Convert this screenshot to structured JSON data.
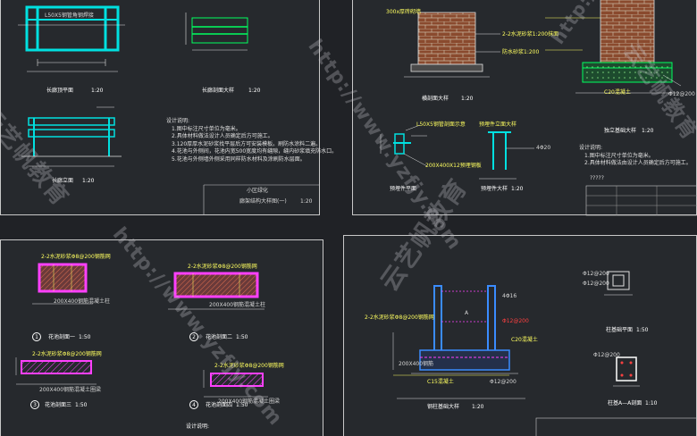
{
  "drawing_set": {
    "top_left": {
      "labels": {
        "steel_top": "L50X5钢管角钢焊接",
        "pergola_plan": "长廊顶平面",
        "pergola_section": "长廊剖面大样",
        "pergola_elev": "长廊立面",
        "scale_20": "1:20"
      },
      "notes_title": "设计说明:",
      "notes": [
        "1.图中标注尺寸单位为毫米。",
        "2.具体材料做法设计人员确定后方可施工。",
        "3.120厚厚水泥砂浆找平层后方可安装模板。刷防水涂料二遍。",
        "4.花池与外侧间，花池内宽500宽度均有缝隙，缝内砂浆填充防水口。",
        "5.花池与外侧墙外侧采用同样防水材料及涂刷防水层面。"
      ],
      "title_block": {
        "drawing_name": "廊架结构大样图(一)",
        "project": "小区绿化",
        "scale": "1:20"
      }
    },
    "top_right": {
      "labels": {
        "brick": "300x厚砖砌墙",
        "wall_cap": "2-2水泥砂浆1:200抹面",
        "waterproof": "防水砂浆1:200",
        "section1": "横剖面大样",
        "column_profile": "L50X5钢管剖面示意",
        "bolt": "200X400X12预埋钢板",
        "bolt_elev": "预埋件立面大样",
        "anchor": "4Φ20",
        "detail_a": "预埋件平面",
        "detail_b": "预埋件大样",
        "concrete": "C20混凝土",
        "rebar": "Φ12@200",
        "footing": "独立基础大样",
        "scale_20": "1:20"
      },
      "notes_title": "设计说明:",
      "notes": [
        "1.图中标注尺寸单位为毫米。",
        "2.具体材料做法由设计人员确定后方可施工。"
      ]
    },
    "bottom_left": {
      "labels": {
        "wall1": "2-2水泥砂浆Φ8@200钢筋网",
        "wall1_fill": "200X400钢筋混凝土柱",
        "wall2": "2-2水泥砂浆Φ8@200钢筋网",
        "wall2_fill": "200X400钢筋混凝土柱",
        "sec1": "花池剖面一",
        "sec2": "花池剖面二",
        "sec3": "花池剖面三",
        "sec4": "花池剖面四",
        "beam3": "2-2水泥砂浆Φ8@200钢筋网",
        "beam3_fill": "200X400钢筋混凝土圈梁",
        "beam4": "2-2水泥砂浆Φ8@200钢筋网",
        "beam4_fill": "200X400钢筋混凝土圈梁",
        "scale_50": "1:50",
        "notes_title": "设计说明:"
      },
      "numbers": [
        "1",
        "2",
        "3",
        "4"
      ]
    },
    "bottom_right": {
      "labels": {
        "left_note": "2-2水泥砂浆Φ8@200钢筋网",
        "fill_note": "200X400钢筋",
        "c20": "C20混凝土",
        "c15": "C15混凝土",
        "rebar1": "Φ12@200",
        "rebar2": "Φ12@200",
        "rebar3": "Φ12@200",
        "four_phi": "4Φ16",
        "column_label": "钢柱基础大样",
        "scale_20": "1:20",
        "plan_top": "Φ12@200",
        "plan_mid": "Φ12@200",
        "plan_label": "柱基础平面",
        "scale_50": "1:50",
        "sec_label": "柱基A—A剖面",
        "scale_10": "1:10",
        "marker_a": "A",
        "qmark": "?????"
      }
    },
    "watermarks": [
      "云艺帆教育",
      "http://www.yzfjy.com",
      "http://www.yzfjy.com",
      "云艺帆教育",
      "http://www.yzfjy.com",
      "云艺帆教育"
    ]
  }
}
